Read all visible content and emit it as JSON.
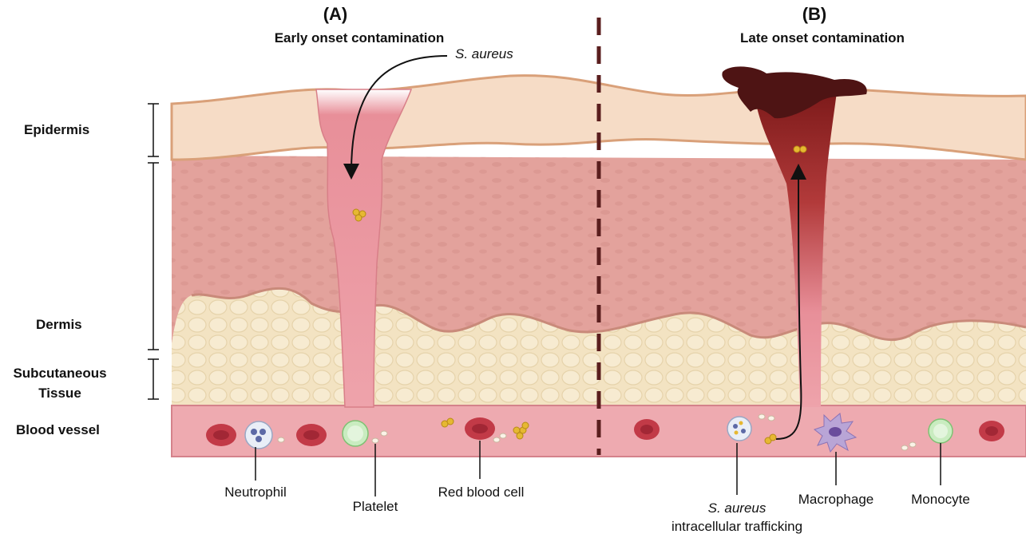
{
  "panels": {
    "a": {
      "tag": "(A)",
      "title": "Early onset contamination",
      "bacteria_label": "S. aureus"
    },
    "b": {
      "tag": "(B)",
      "title": "Late onset contamination"
    }
  },
  "layers": {
    "epidermis": "Epidermis",
    "dermis": "Dermis",
    "subcutaneous_line1": "Subcutaneous",
    "subcutaneous_line2": "Tissue",
    "blood_vessel": "Blood vessel"
  },
  "cells": {
    "neutrophil": "Neutrophil",
    "platelet": "Platelet",
    "red_blood_cell": "Red blood cell",
    "trafficking_line1": "S. aureus",
    "trafficking_line2": "intracellular trafficking",
    "macrophage": "Macrophage",
    "monocyte": "Monocyte"
  },
  "colors": {
    "epidermis": "#f6dcc6",
    "epidermis_edge": "#d9a079",
    "dermis": "#e3a29c",
    "subcutaneous": "#f3e3c2",
    "vessel": "#eeaab0",
    "wound": "#e88f99",
    "late_wound": "#9c2a2a",
    "scab": "#4e1414",
    "rbc": "#c23a47",
    "bacteria": "#e6b832",
    "divider": "#5a1e1e"
  }
}
